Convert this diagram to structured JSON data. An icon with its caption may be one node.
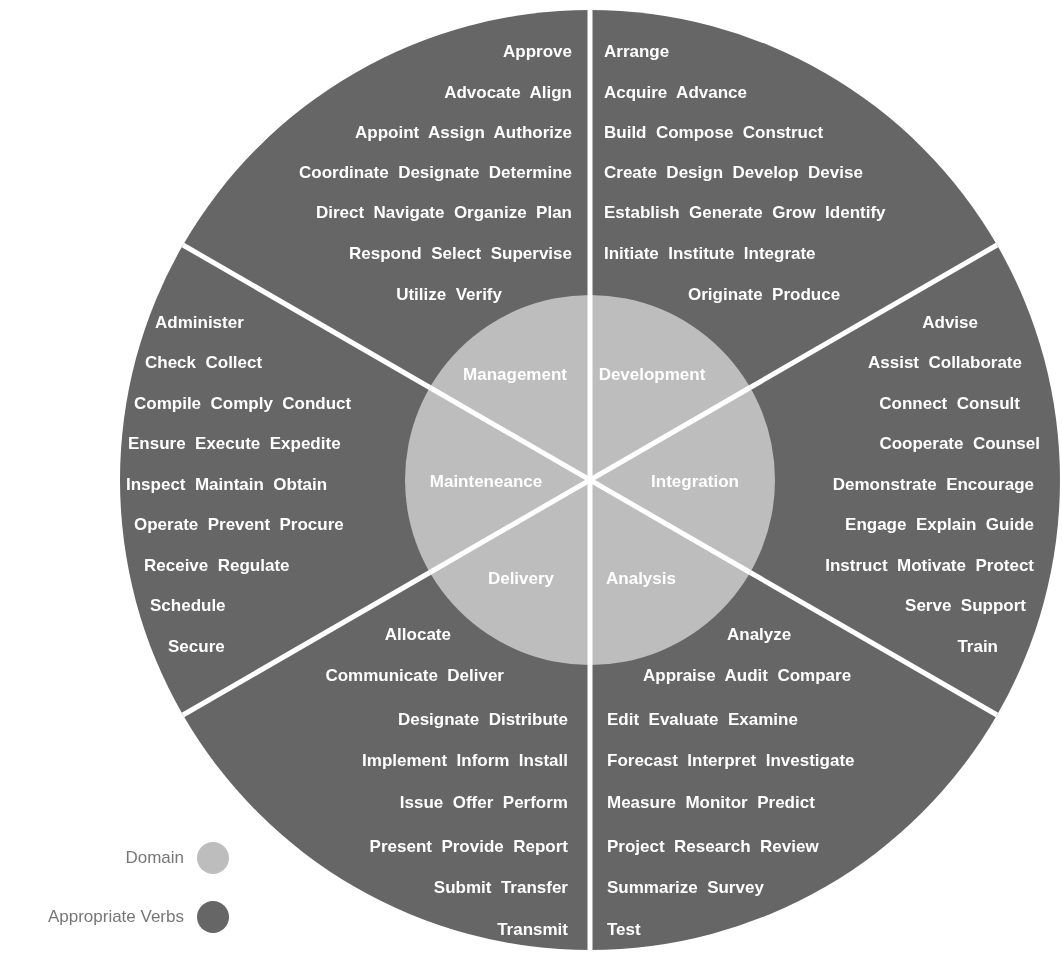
{
  "diagram": {
    "nodes": [
      {
        "text": [
          "Approve",
          "Advocate  Align",
          "Appoint  Assign  Authorize",
          "Coordinate  Designate  Determine",
          "Direct  Navigate  Organize  Plan",
          "Respond  Select  Supervise",
          "Utilize  Verify"
        ]
      },
      {
        "text": [
          "Arrange",
          "Acquire  Advance",
          "Build  Compose  Construct",
          "Create  Design  Develop  Devise",
          "Establish  Generate  Grow  Identify",
          "Initiate  Institute  Integrate",
          "Originate  Produce"
        ]
      },
      {
        "text": [
          "Administer",
          "Check  Collect",
          "Compile  Comply  Conduct",
          "Ensure  Execute  Expedite",
          "Inspect  Maintain  Obtain",
          "Operate  Prevent  Procure",
          "Receive  Regulate",
          "Schedule",
          "Secure"
        ]
      },
      {
        "text": [
          "Advise",
          "Assist  Collaborate",
          "Connect  Consult",
          "Cooperate  Counsel",
          "Demonstrate  Encourage",
          "Engage  Explain  Guide",
          "Instruct  Motivate  Protect",
          "Serve  Support",
          "Train"
        ]
      },
      {
        "text": [
          "Allocate",
          "Communicate  Deliver",
          "Designate  Distribute",
          "Implement  Inform  Install",
          "Issue  Offer  Perform",
          "Present  Provide  Report",
          "Submit  Transfer",
          "Transmit"
        ]
      },
      {
        "text": [
          "Analyze",
          "Appraise  Audit  Compare",
          "Edit  Evaluate  Examine",
          "Forecast  Interpret  Investigate",
          "Measure  Monitor  Predict",
          "Project  Research  Review",
          "Summarize  Survey",
          "Test"
        ]
      },
      {
        "text": [
          "Management",
          "Development",
          "Mainteneance",
          "Integration",
          "Delivery",
          "Analysis"
        ]
      }
    ],
    "legend": [
      {
        "text": "Domain",
        "color": "#bdbdbd"
      },
      {
        "text": "Appropriate Verbs",
        "color": "#666666"
      }
    ]
  }
}
